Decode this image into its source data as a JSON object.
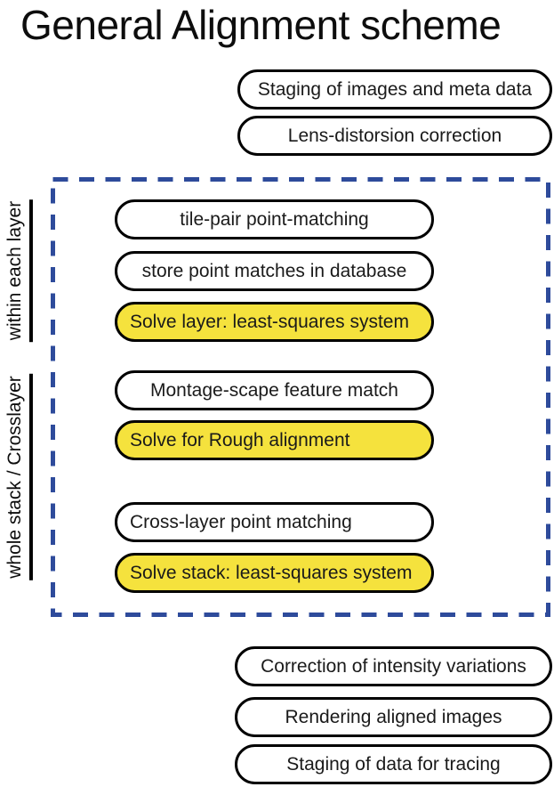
{
  "title": "General Alignment scheme",
  "colors": {
    "highlight_yellow": "#f5e23d",
    "dashed_border_blue": "#2e4b9b",
    "outline_black": "#000000"
  },
  "pipeline": {
    "pre": [
      {
        "label": "Staging of images and meta data",
        "highlight": false
      },
      {
        "label": "Lens-distorsion correction",
        "highlight": false
      }
    ],
    "box": {
      "groups": [
        {
          "label": "within each layer",
          "steps": [
            {
              "label": "tile-pair point-matching",
              "highlight": false
            },
            {
              "label": "store point matches in database",
              "highlight": false
            },
            {
              "label": "Solve layer: least-squares system",
              "highlight": true
            }
          ]
        },
        {
          "label": "whole stack / Crosslayer",
          "steps": [
            {
              "label": "Montage-scape feature match",
              "highlight": false
            },
            {
              "label": "Solve for Rough alignment",
              "highlight": true
            },
            {
              "label": "Cross-layer  point matching",
              "highlight": false
            },
            {
              "label": "Solve stack: least-squares system",
              "highlight": true
            }
          ]
        }
      ]
    },
    "post": [
      {
        "label": "Correction of intensity variations",
        "highlight": false
      },
      {
        "label": "Rendering aligned images",
        "highlight": false
      },
      {
        "label": "Staging of data for tracing",
        "highlight": false
      }
    ]
  }
}
